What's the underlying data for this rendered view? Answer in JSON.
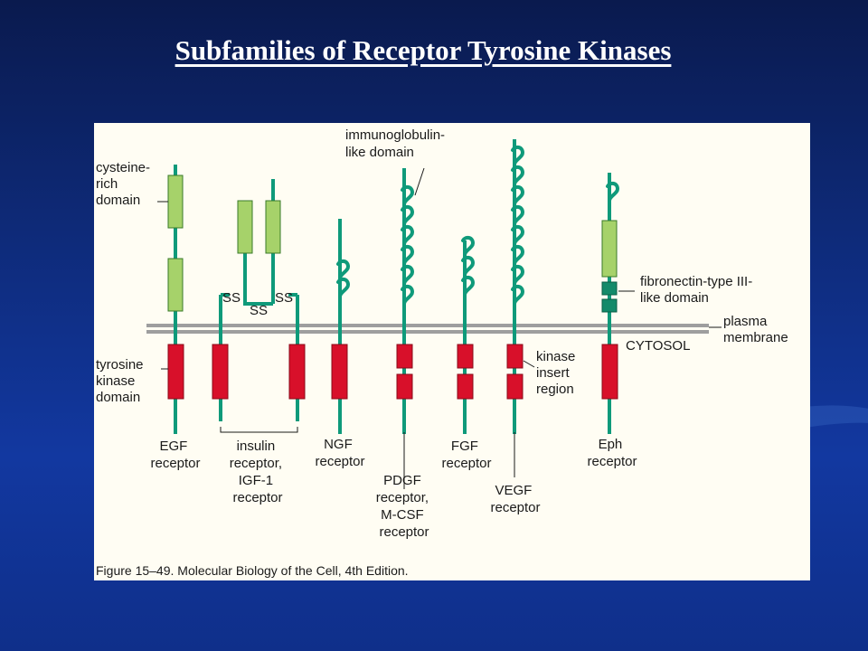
{
  "slide": {
    "title": "Subfamilies of Receptor Tyrosine Kinases"
  },
  "figure": {
    "caption": "Figure 15–49. Molecular Biology of the Cell, 4th Edition.",
    "domain_labels": {
      "cysteine_rich": [
        "cysteine-",
        "rich",
        "domain"
      ],
      "tyrosine_kinase": [
        "tyrosine",
        "kinase",
        "domain"
      ],
      "immunoglobulin": [
        "immunoglobulin-",
        "like domain"
      ],
      "fibronectin": [
        "fibronectin-type III-",
        "like domain"
      ],
      "plasma_membrane": [
        "plasma",
        "membrane"
      ],
      "cytosol": "CYTOSOL",
      "kinase_insert": [
        "kinase",
        "insert",
        "region"
      ],
      "disulfide": "SS"
    },
    "receptors": [
      {
        "id": "egf",
        "name": [
          "EGF",
          "receptor"
        ]
      },
      {
        "id": "insulin",
        "name": [
          "insulin",
          "receptor,",
          "IGF-1",
          "receptor"
        ]
      },
      {
        "id": "ngf",
        "name": [
          "NGF",
          "receptor"
        ]
      },
      {
        "id": "pdgf",
        "name": [
          "PDGF",
          "receptor,",
          "M-CSF",
          "receptor"
        ]
      },
      {
        "id": "fgf",
        "name": [
          "FGF",
          "receptor"
        ]
      },
      {
        "id": "vegf",
        "name": [
          "VEGF",
          "receptor"
        ]
      },
      {
        "id": "eph",
        "name": [
          "Eph",
          "receptor"
        ]
      }
    ],
    "colors": {
      "stalk": "#0f9a7a",
      "cysteine_rich_box": "#a6d26a",
      "kinase_box": "#d8102a",
      "fibronectin_box": "#138a6a",
      "membrane": "#a0a0a0"
    }
  }
}
